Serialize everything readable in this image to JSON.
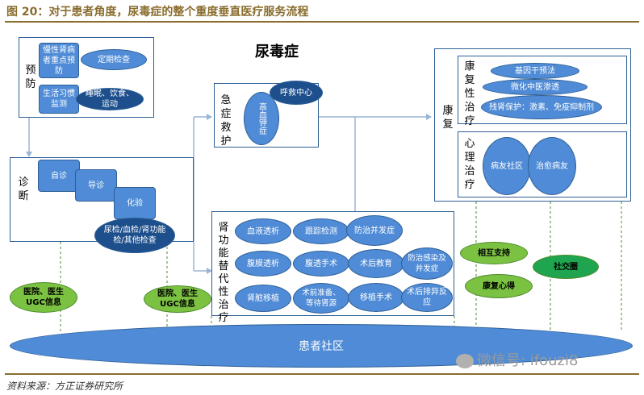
{
  "figure_title": "图 20：对于患者角度，尿毒症的整个重度垂直医疗服务流程",
  "main_title": "尿毒症",
  "prevention": {
    "label": "预防",
    "chronic": "慢性肾病者重点预防",
    "regular_check": "定期检查",
    "lifestyle": "生活习惯监测",
    "sleep": "睡眠、饮食、运动"
  },
  "diagnosis": {
    "label": "诊断",
    "self_check": "自诊",
    "guide": "导诊",
    "lab": "化验",
    "tests": "尿检/血检/肾功能检/其他检查"
  },
  "emergency": {
    "label": "急症救护",
    "hyperkalemia": "高血钾症",
    "respiratory": "呼救中心"
  },
  "rrt": {
    "label": "肾功能替代性治疗",
    "items": [
      "血液透析",
      "跟踪检测",
      "防治并发症",
      "腹膜透析",
      "腹透手术",
      "术后教育",
      "防治感染及并发症",
      "肾脏移植",
      "术前准备、等待肾源",
      "移植手术",
      "术后排异反应"
    ]
  },
  "rehab": {
    "label": "康复",
    "therapy_label": "康复性治疗",
    "therapy_items": [
      "基因干预法",
      "微化中医渗透",
      "残肾保护：激素、免疫抑制剂"
    ],
    "psych_label": "心理治疗",
    "psych_items": [
      "病友社区",
      "治愈病友"
    ]
  },
  "community": {
    "left_ugc": "医院、医生UGC信息",
    "mid_ugc": "医院、医生UGC信息",
    "mutual": "相互支持",
    "experience": "康复心得",
    "social": "社交圈",
    "patient_community": "患者社区"
  },
  "watermark": "微信号: ifouzi8",
  "source": "资料来源：方正证券研究所",
  "colors": {
    "box_border": "#2e5f95",
    "blue_fill": "#4f8bd6",
    "dark_blue_fill": "#1d4f8c",
    "green_fill": "#7cc242",
    "dark_green_fill": "#1fa54f",
    "title_color": "#8a6d2f"
  }
}
